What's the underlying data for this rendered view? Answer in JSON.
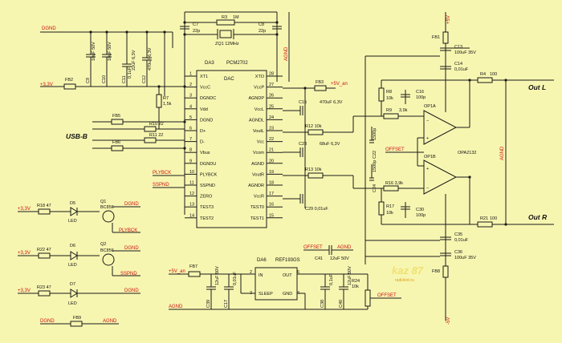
{
  "title": "",
  "ics": {
    "da3": {
      "ref": "DA3",
      "part": "PCM2702",
      "logo": "DAC",
      "left_pins": [
        {
          "num": "1",
          "name": "XT1"
        },
        {
          "num": "2",
          "name": "VccC"
        },
        {
          "num": "3",
          "name": "DGNDC"
        },
        {
          "num": "4",
          "name": "Vdd"
        },
        {
          "num": "5",
          "name": "DGND"
        },
        {
          "num": "6",
          "name": "D+"
        },
        {
          "num": "7",
          "name": "D-"
        },
        {
          "num": "8",
          "name": "Vbus"
        },
        {
          "num": "9",
          "name": "DGNDU"
        },
        {
          "num": "10",
          "name": "PLYBCK"
        },
        {
          "num": "11",
          "name": "SSPND"
        },
        {
          "num": "12",
          "name": "ZERO"
        },
        {
          "num": "13",
          "name": "TEST3"
        },
        {
          "num": "14",
          "name": "TEST2"
        }
      ],
      "right_pins": [
        {
          "num": "28",
          "name": "XTO"
        },
        {
          "num": "27",
          "name": "VccP"
        },
        {
          "num": "26",
          "name": "AGNDP"
        },
        {
          "num": "25",
          "name": "VccL"
        },
        {
          "num": "24",
          "name": "AGNDL"
        },
        {
          "num": "23",
          "name": "VoutL"
        },
        {
          "num": "22",
          "name": "Vcc"
        },
        {
          "num": "21",
          "name": "Vcom"
        },
        {
          "num": "20",
          "name": "AGND"
        },
        {
          "num": "19",
          "name": "VoutR"
        },
        {
          "num": "18",
          "name": "AGNDR"
        },
        {
          "num": "17",
          "name": "VccR"
        },
        {
          "num": "16",
          "name": "TEST0"
        },
        {
          "num": "15",
          "name": "TEST1"
        }
      ]
    },
    "da6": {
      "ref": "DA6",
      "part": "REF193GS",
      "pins": [
        {
          "num": "2",
          "name": "IN"
        },
        {
          "num": "6",
          "name": "OUT"
        },
        {
          "num": "3",
          "name": "SLEEP"
        },
        {
          "num": "4",
          "name": "GND"
        }
      ]
    },
    "op1": {
      "ref_a": "OP1A",
      "ref_b": "OP1B",
      "part": "OPA2132"
    }
  },
  "components": {
    "r3": "R3",
    "r3_val": "1M",
    "zq1": "ZQ1 12MHz",
    "c7": "C7",
    "c7_val": "22p",
    "c8": "C8",
    "c8_val": "22p",
    "c9": "C9",
    "c9_val": "10uF 50V",
    "c10": "C10",
    "c10_val": "10uF 50V",
    "c11": "C11",
    "c11_val": "0,1uF",
    "c12": "C12",
    "c12_val": "22uF 6,3V",
    "c12b_val": "470uF 6,3V",
    "fb2": "FB2",
    "fb3": "FB3",
    "fb5": "FB5",
    "fb6": "FB6",
    "fb7": "FB7",
    "fb8": "FB8",
    "fb9": "FB9",
    "fb1": "FB1",
    "r7": "R7",
    "r7_val": "1,5k",
    "r10": "R10 22",
    "r11": "R11 22",
    "c15": "C15",
    "c15_val": "470uF 6,3V",
    "r12": "R12 10k",
    "c23": "C23",
    "c23_val": "68uF 6,3V",
    "r13": "R13 10k",
    "c29": "C29 0,01uF",
    "r8": "R8",
    "r8_val": "10k",
    "r9": "R9",
    "r9_val": "3,9k",
    "c16": "C16",
    "c16_val": "100p",
    "c22": "C22",
    "c22_val": "1500p",
    "c24": "C24",
    "c24_val": "1500p",
    "r16": "R16 3,9k",
    "r17": "R17",
    "r17_val": "10k",
    "c30": "C30",
    "c30_val": "100p",
    "c13": "C13",
    "c13_val": "100uF 35V",
    "c14": "C14",
    "c14_val": "0,01uF",
    "c35": "C35",
    "c35_val": "0,01uF",
    "c36": "C36",
    "c36_val": "100uF 35V",
    "r4": "R4",
    "r4_val": "100",
    "r21": "R21",
    "r21_val": "100",
    "r18": "R18 47",
    "r22": "R22 47",
    "r23": "R23 47",
    "d5": "D5",
    "d6": "D6",
    "d7": "D7",
    "led": "LED",
    "q1": "Q1",
    "q2": "Q2",
    "q_part": "BC856",
    "c41": "C41",
    "c41_val": "12uF 50V",
    "c39": "C39",
    "c39_val": "12uF 50V",
    "c17": "C17",
    "c17_val": "0,01uF",
    "c38": "C38",
    "c38_val": "0,1uF",
    "c40": "C40",
    "c40_val": "12uF 50V",
    "r24": "R24",
    "r24_val": "10k"
  },
  "nets": {
    "dgnd": "DGND",
    "agnd": "AGND",
    "p33v": "+3,3V",
    "p5v_an": "+5V_an",
    "plybck": "PLYBCK",
    "sspnd": "SSPND",
    "offset": "OFFSET",
    "p5v": "+5V",
    "m5v": "-5V"
  },
  "labels": {
    "usb_b": "USB-B",
    "out_l": "Out L",
    "out_r": "Out R"
  },
  "watermark": {
    "logo": "kaz 87",
    "site": "radiokot.ru"
  },
  "colors": {
    "background": "#f7f6b1",
    "wire": "#1b1b1b",
    "net_label": "#cc1111"
  }
}
